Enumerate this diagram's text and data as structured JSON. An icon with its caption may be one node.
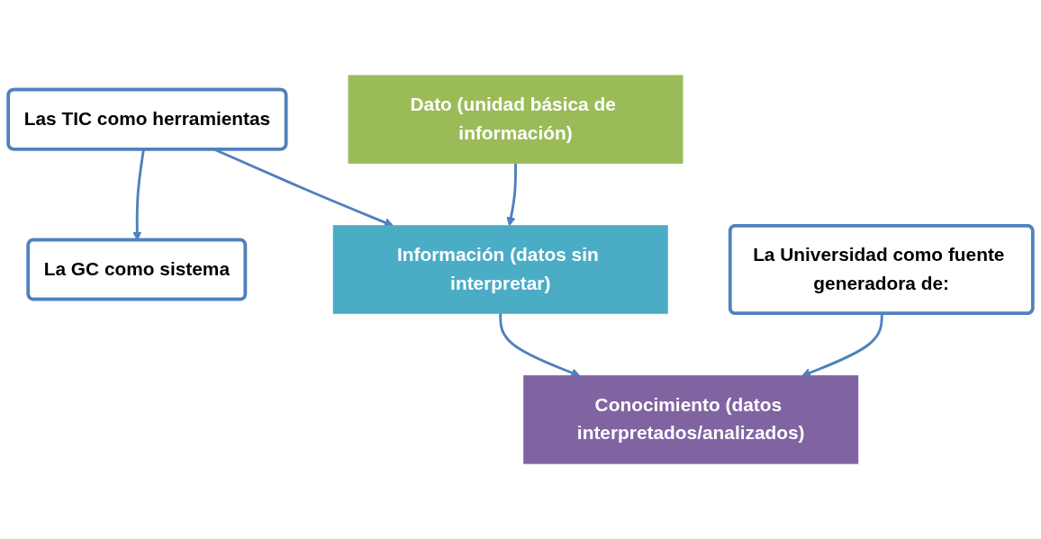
{
  "diagram": {
    "nodes": [
      {
        "text": [
          "La GC como sistema"
        ]
      },
      {
        "text": [
          "Las TIC como herramientas"
        ]
      },
      {
        "text": [
          "La Universidad como fuente generadora de:"
        ]
      },
      {
        "text": [
          "Dato (unidad básica de información)"
        ]
      },
      {
        "text": [
          "Información (datos sin interpretar)"
        ]
      },
      {
        "text": [
          "Conocimiento (datos interpretados/analizados)"
        ]
      }
    ],
    "edges": [
      {
        "from": 1,
        "to": 0,
        "arrow": "to"
      },
      {
        "from": 1,
        "to": 4,
        "arrow": "to"
      },
      {
        "from": 3,
        "to": 4,
        "arrow": "to"
      },
      {
        "from": 4,
        "to": 5,
        "arrow": "to"
      },
      {
        "from": 2,
        "to": 5,
        "arrow": "to"
      }
    ]
  }
}
